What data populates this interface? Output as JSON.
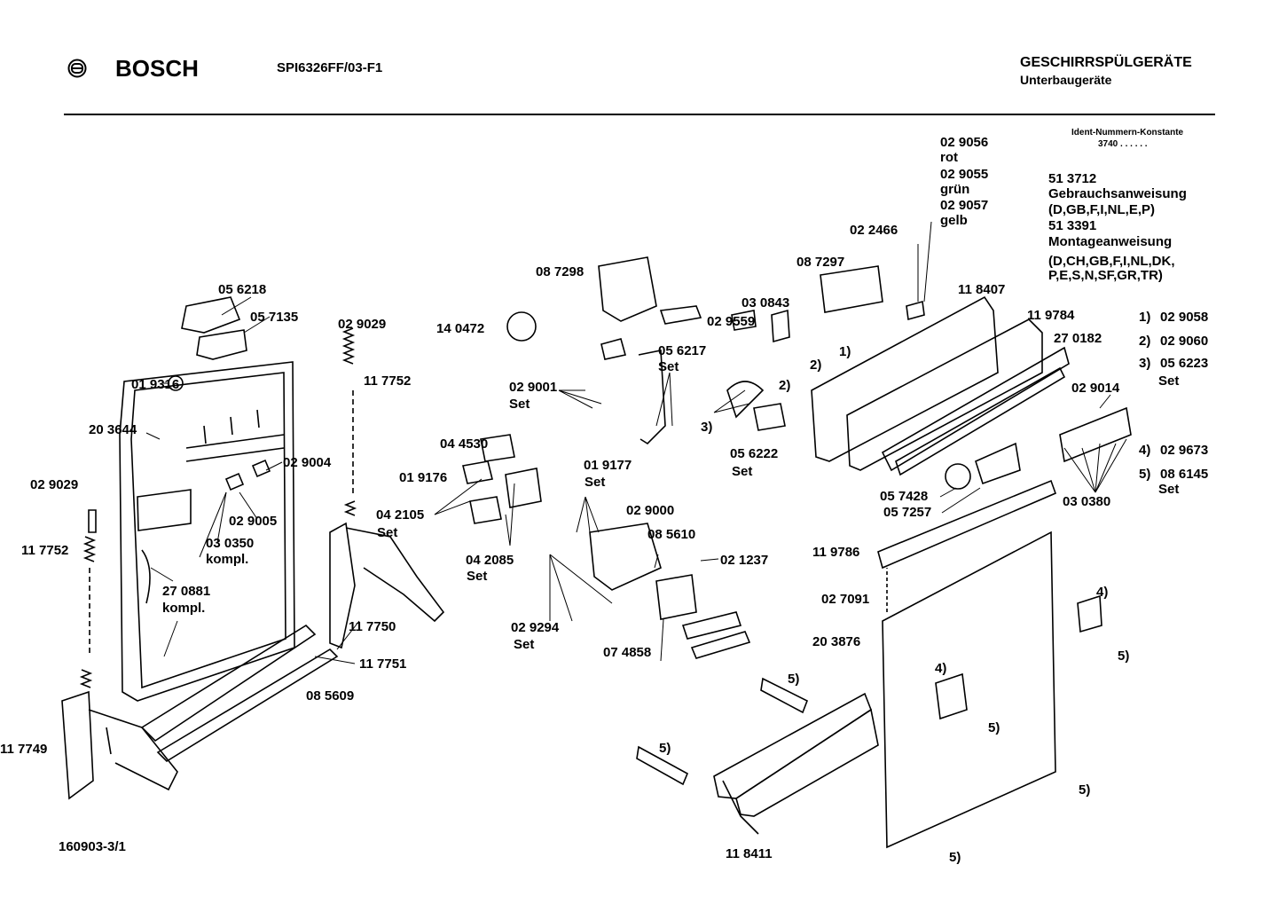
{
  "header": {
    "brand": "BOSCH",
    "model": "SPI6326FF/03-F1",
    "category": "GESCHIRRSPÜLGERÄTE",
    "subcategory": "Unterbaugeräte"
  },
  "ident": {
    "title": "Ident-Nummern-Konstante",
    "code": "3740  . .  . . . ."
  },
  "manuals": [
    {
      "number": "51 3712",
      "name": "Gebrauchsanweisung",
      "langs": "(D,GB,F,I,NL,E,P)"
    },
    {
      "number": "51 3391",
      "name": "Montageanweisung",
      "langs1": "(D,CH,GB,F,I,NL,DK,",
      "langs2": "P,E,S,N,SF,GR,TR)"
    }
  ],
  "footnotes": [
    {
      "key": "1)",
      "part": "02 9058"
    },
    {
      "key": "2)",
      "part": "02 9060"
    },
    {
      "key": "3)",
      "part": "05 6223",
      "note": "Set"
    },
    {
      "key": "4)",
      "part": "02 9673"
    },
    {
      "key": "5)",
      "part": "08 6145",
      "note": "Set"
    }
  ],
  "parts": {
    "p056218": "05 6218",
    "p057135": "05 7135",
    "p019316": "01 9316",
    "p203644": "20 3644",
    "p029029a": "02 9029",
    "p117752a": "11 7752",
    "p029004": "02 9004",
    "p029005": "02 9005",
    "p030350": "03 0350",
    "kompl1": "kompl.",
    "p270881": "27 0881",
    "kompl2": "kompl.",
    "p117749": "11 7749",
    "p029029b": "02 9029",
    "p117752b": "11 7752",
    "p117750": "11 7750",
    "p117751": "11 7751",
    "p085609": "08 5609",
    "p140472": "14 0472",
    "p087298": "08 7298",
    "p029001": "02 9001",
    "set1": "Set",
    "p044530": "04 4530",
    "p019176": "01 9176",
    "p042105": "04 2105",
    "set2": "Set",
    "p042085": "04 2085",
    "set3": "Set",
    "p019177": "01 9177",
    "set4": "Set",
    "p029000": "02 9000",
    "p085610": "08 5610",
    "p021237": "02 1237",
    "p029294": "02 9294",
    "set5": "Set",
    "p074858": "07 4858",
    "p056217": "05 6217",
    "set6": "Set",
    "p029559": "02 9559",
    "p030843": "03 0843",
    "p087297": "08 7297",
    "p022466": "02 2466",
    "p029056": "02 9056",
    "rot": "rot",
    "p029055": "02 9055",
    "gruen": "grün",
    "p029057": "02 9057",
    "gelb": "gelb",
    "p056222": "05 6222",
    "set7": "Set",
    "p118407": "11 8407",
    "p119784": "11 9784",
    "p270182": "27 0182",
    "p029014": "02 9014",
    "p030380": "03 0380",
    "p057428": "05 7428",
    "p057257": "05 7257",
    "p119786": "11 9786",
    "p027091": "02 7091",
    "p203876": "20 3876",
    "p118411": "11 8411",
    "r1a": "1)",
    "r2a": "2)",
    "r2b": "2)",
    "r3a": "3)",
    "r4a": "4)",
    "r4b": "4)",
    "r5a": "5)",
    "r5b": "5)",
    "r5c": "5)",
    "r5d": "5)",
    "r5e": "5)",
    "r5f": "5)"
  },
  "footer": {
    "sheet": "160903-3/1"
  }
}
